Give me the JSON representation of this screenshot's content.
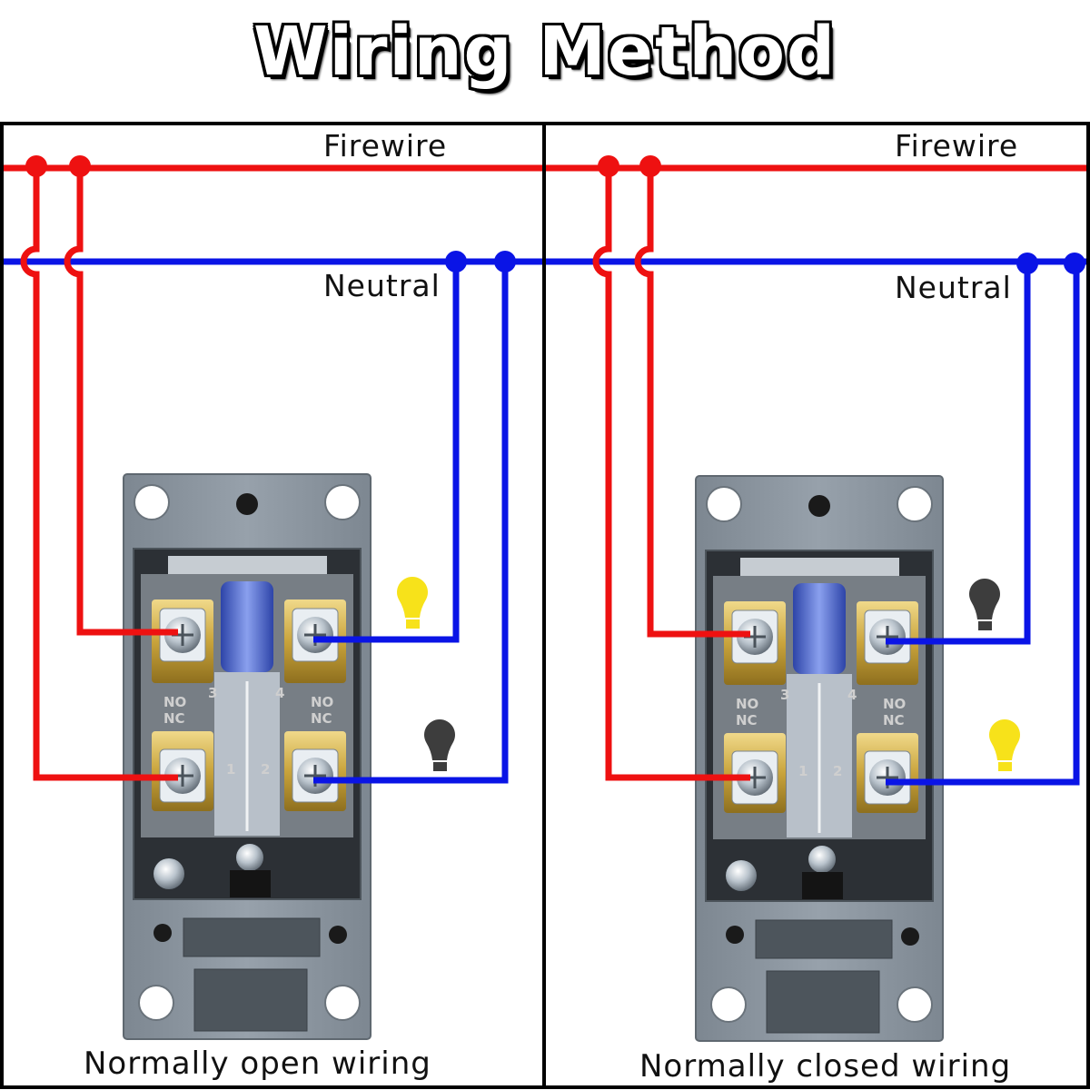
{
  "title": "Wiring Method",
  "panels": [
    {
      "line_label": "Firewire",
      "neutral_label": "Neutral",
      "caption": "Normally open wiring",
      "terminal_marks": [
        "NO",
        "NC",
        "NO",
        "NC",
        "1",
        "2",
        "3",
        "4"
      ],
      "lamps": [
        {
          "position": "upper",
          "state": "on",
          "color": "#f7e21a"
        },
        {
          "position": "lower",
          "state": "off",
          "color": "#3d3d3d"
        }
      ]
    },
    {
      "line_label": "Firewire",
      "neutral_label": "Neutral",
      "caption": "Normally closed wiring",
      "terminal_marks": [
        "NO",
        "NC",
        "NO",
        "NC",
        "1",
        "2",
        "3",
        "4"
      ],
      "lamps": [
        {
          "position": "upper",
          "state": "off",
          "color": "#3d3d3d"
        },
        {
          "position": "lower",
          "state": "on",
          "color": "#f7e21a"
        }
      ]
    }
  ],
  "colors": {
    "firewire": "#ee1111",
    "neutral": "#0a14e6",
    "switch_body": "#8a949e",
    "terminal_brass": "#c9a43c"
  }
}
